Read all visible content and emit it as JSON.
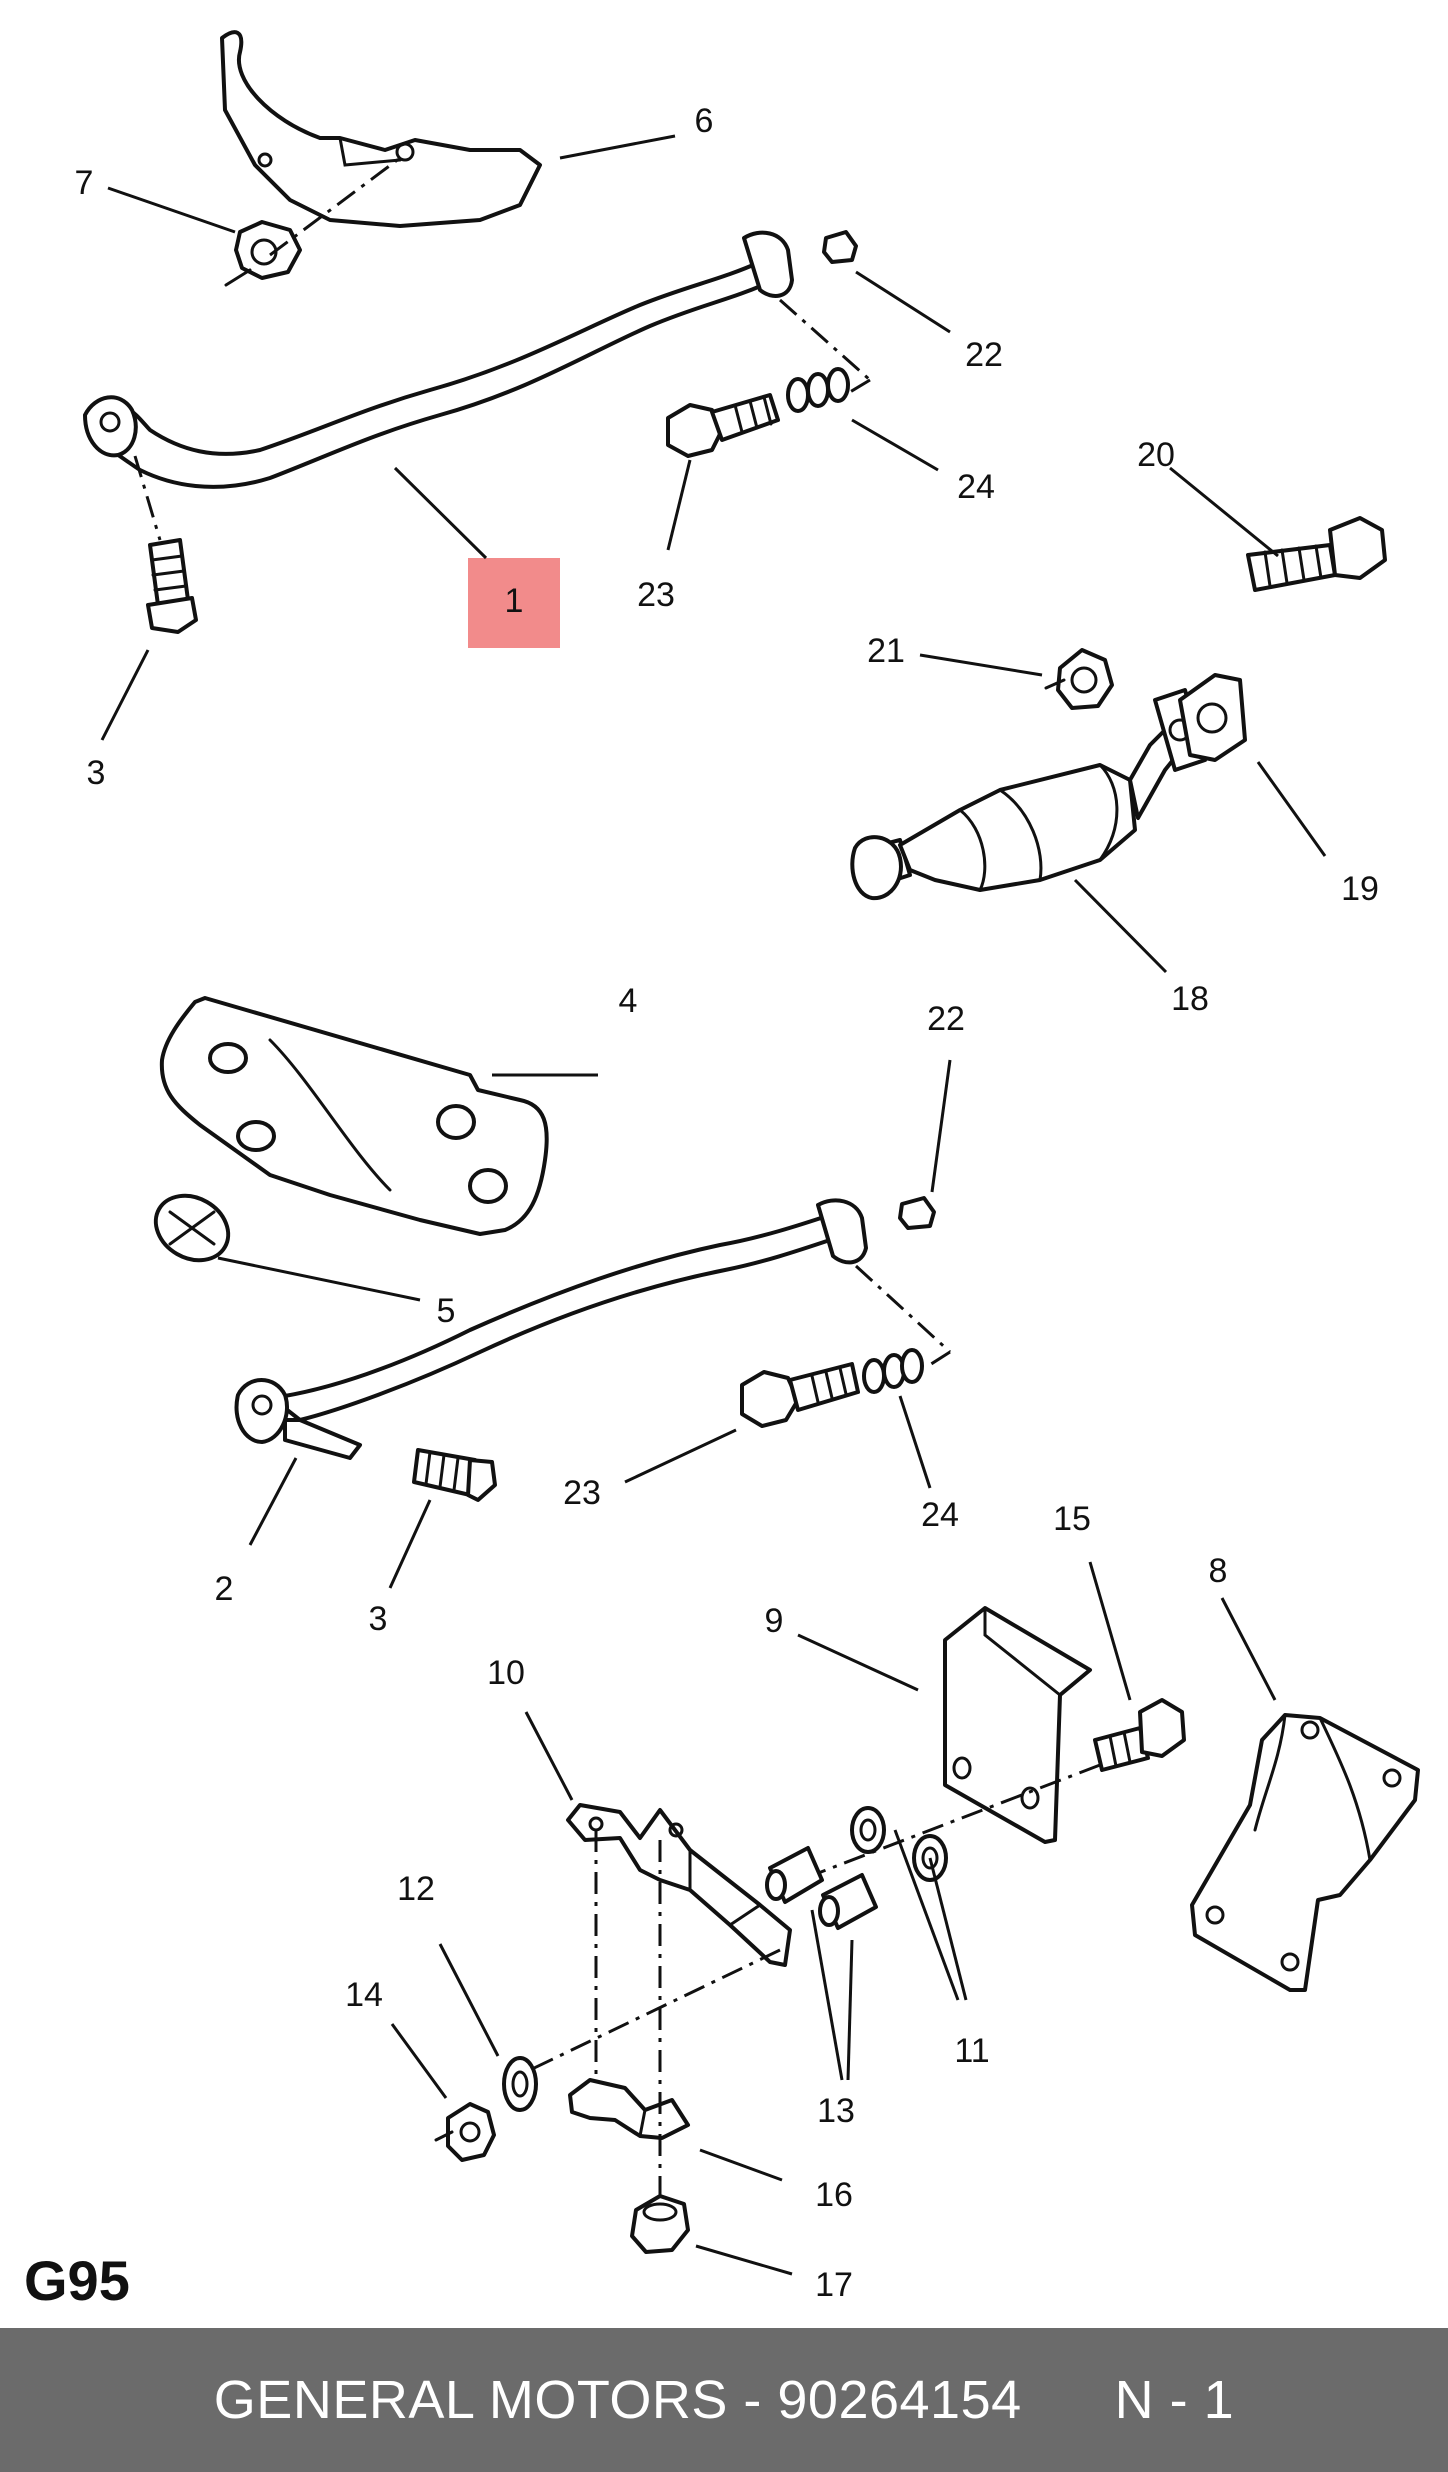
{
  "diagram": {
    "code_label": "G95",
    "highlighted_callout": "1",
    "highlight_color": "#f28b8b",
    "callouts": [
      "1",
      "2",
      "3",
      "3",
      "3",
      "4",
      "5",
      "6",
      "7",
      "8",
      "9",
      "10",
      "11",
      "11",
      "12",
      "13",
      "13",
      "14",
      "15",
      "16",
      "17",
      "18",
      "19",
      "20",
      "21",
      "22",
      "22",
      "23",
      "23",
      "24",
      "24"
    ]
  },
  "footer": {
    "brand": "GENERAL MOTORS - 90264154",
    "page": "N - 1",
    "background": "#6b6b6b"
  }
}
